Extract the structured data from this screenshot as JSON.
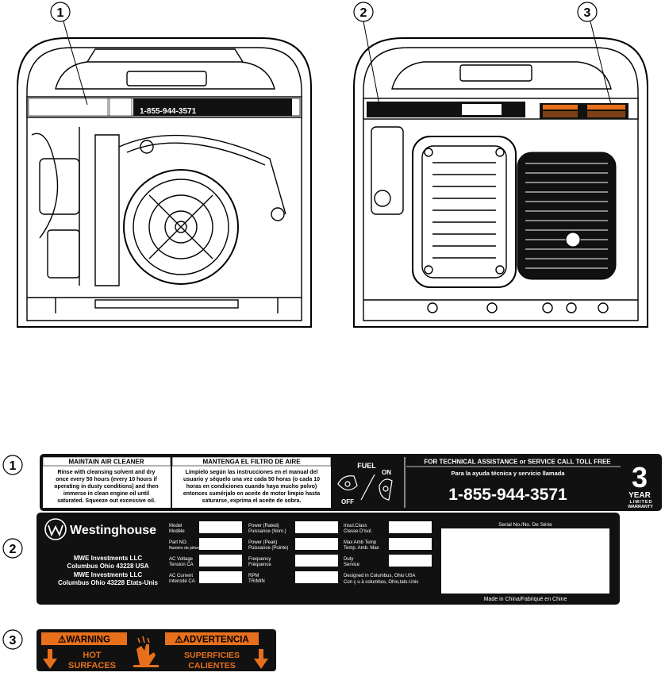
{
  "callouts": [
    "1",
    "2",
    "3"
  ],
  "label1": {
    "en_heading": "MAINTAIN AIR CLEANER",
    "en_lines": [
      "Rinse with cleansing solvent and dry",
      "once every 50 hours (every 10 hours if",
      "operating in dusty conditions) and then",
      "immerse in clean engine oil until",
      "saturated.  Squeeze out excessive oil."
    ],
    "es_heading": "MANTENGA EL FILTRO DE AIRE",
    "es_lines": [
      "Limpielo según las instrucciones en el manual del",
      "usuario y séquelo una vez cada 50 horas (o cada 10",
      "horas en condiciones cuando haya mucho polvo)",
      "entonces sumérjalo en aceite de motor limpio hasta",
      "saturarse, exprima el aceite de sobra."
    ],
    "fuel": "FUEL",
    "on": "ON",
    "off": "OFF",
    "support_heading": "FOR TECHNICAL ASSISTANCE or SERVICE CALL TOLL FREE",
    "support_sub": "Para la ayuda técnica y servicio llamada",
    "phone": "1-855-944-3571",
    "warranty_number": "3",
    "warranty_year": "YEAR",
    "warranty_limited": "LIMITED",
    "warranty_word": "WARRANTY"
  },
  "label2": {
    "brand": "Westinghouse",
    "address_lines": [
      "MWE Investments LLC",
      "Columbus Ohio 43228 USA",
      "MWE Investments LLC",
      "Columbus Ohio 43228 Etats-Unis"
    ],
    "col1": [
      [
        "Model",
        "Modèle"
      ],
      [
        "Part NO.",
        "Numéro de pièce"
      ],
      [
        "AC Voltage",
        "Tension CA"
      ],
      [
        "AC Current",
        "Intensité CA"
      ]
    ],
    "col2": [
      [
        "Power (Rated)",
        "Puissance (Nom.)"
      ],
      [
        "Power (Peak)",
        "Puissance (Pointe)"
      ],
      [
        "Frequency",
        "Fréquence"
      ],
      [
        "RPM",
        "TR/MIN"
      ]
    ],
    "col3": [
      [
        "Insul.Class",
        "Classe D'isol."
      ],
      [
        "Max Amb Temp",
        "Temp. Amb. Max"
      ],
      [
        "Duty",
        "Service"
      ]
    ],
    "designed_lines": [
      "Designed in Columbus, Ohio USA",
      "Con ç u à columbus, Ohio,tats-Unis"
    ],
    "serial_label": "Serial No./No. De Série",
    "made_in": "Made in China/Fabriqué en Chine"
  },
  "label3": {
    "warning": "⚠WARNING",
    "hot_surfaces": [
      "HOT",
      "SURFACES"
    ],
    "advertencia": "⚠ADVERTENCIA",
    "superficies": [
      "SUPERFICIES",
      "CALIENTES"
    ]
  },
  "small_label1": {
    "phone": "1-855-944-3571"
  },
  "colors": {
    "label_black": "#111111",
    "warning_orange": "#e8701c",
    "ink": "#000000"
  }
}
